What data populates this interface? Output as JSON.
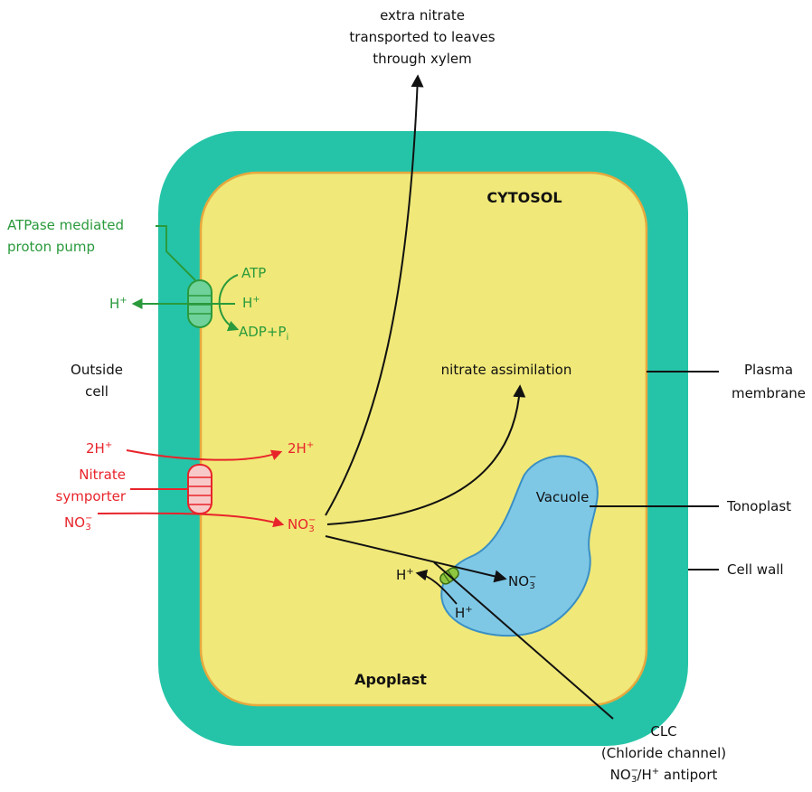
{
  "colors": {
    "cell_wall": "#25c4a8",
    "cytosol": "#f0e878",
    "cytosol_border": "#e6a83e",
    "vacuole": "#7ec8e6",
    "vacuole_border": "#3a8fc4",
    "proton_pump": "#2a9a3c",
    "symporter": "#e8242b",
    "symporter_fill": "#f8c9c9",
    "clc": "#6aa02a",
    "ink": "#111111"
  },
  "labels": {
    "extra_nitrate_1": "extra nitrate",
    "extra_nitrate_2": "transported to leaves",
    "extra_nitrate_3": "through xylem",
    "cytosol": "CYTOSOL",
    "apoplast": "Apoplast",
    "atpase_1": "ATPase mediated",
    "atpase_2": "proton pump",
    "atp": "ATP",
    "h_in": "H",
    "h_out": "H",
    "adp": "ADP+P",
    "adp_sub": "i",
    "outside_1": "Outside",
    "outside_2": "cell",
    "assimilation": "nitrate assimilation",
    "plasma_1": "Plasma",
    "plasma_2": "membrane",
    "sym_2h_out": "2H",
    "sym_2h_in": "2H",
    "sym_name_1": "Nitrate",
    "sym_name_2": "symporter",
    "sym_no3_out": "NO",
    "no3_in": "NO",
    "vacuole": "Vacuole",
    "tonoplast": "Tonoplast",
    "cell_wall": "Cell wall",
    "clc_h_out": "H",
    "clc_h_in": "H",
    "clc_no3": "NO",
    "clc_1": "CLC",
    "clc_2": "(Chloride channel)",
    "clc_3_a": "NO",
    "clc_3_b": "/H",
    "clc_3_c": " antiport",
    "plus": "+",
    "minus": "−",
    "three": "3"
  }
}
